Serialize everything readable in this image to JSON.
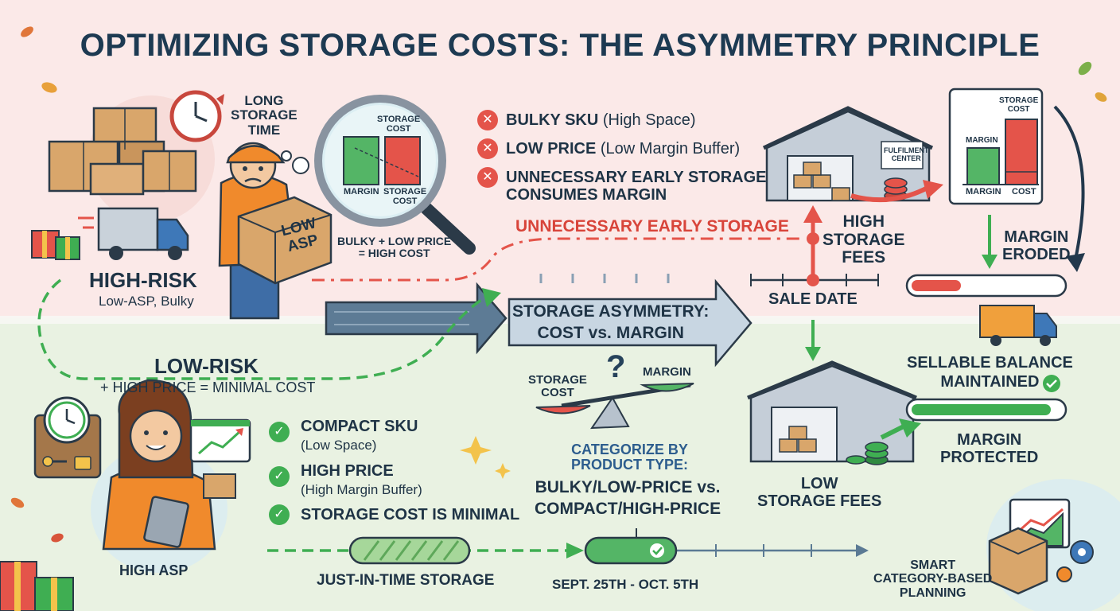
{
  "title": "OPTIMIZING STORAGE COSTS: THE ASYMMETRY PRINCIPLE",
  "high_risk": {
    "long_storage": [
      "LONG",
      "STORAGE",
      "TIME"
    ],
    "box_label": [
      "LOW",
      "ASP"
    ],
    "heading": "HIGH-RISK",
    "sub": "Low-ASP, Bulky",
    "magnifier_labels": {
      "top": "STORAGE\nCOST",
      "margin": "MARGIN",
      "storage": "STORAGE\nCOST"
    },
    "note": [
      "BULKY + LOW PRICE",
      "= HIGH COST"
    ],
    "points": [
      {
        "bold": "BULKY SKU",
        "rest": " (High Space)"
      },
      {
        "bold": "LOW PRICE",
        "rest": " (Low Margin Buffer)"
      },
      {
        "bold": "UNNECESSARY EARLY STORAGE",
        "rest": ""
      },
      {
        "bold": "CONSUMES MARGIN",
        "rest": ""
      }
    ],
    "path_label": "UNNECESSARY EARLY STORAGE",
    "warehouse_label": [
      "FULFILMENT",
      "CENTER"
    ],
    "fees": [
      "HIGH",
      "STORAGE",
      "FEES"
    ],
    "chart": {
      "margin": "MARGIN",
      "storage_cost": "STORAGE\nCOST",
      "x_margin": "MARGIN",
      "x_cost": "COST"
    },
    "eroded": [
      "MARGIN",
      "ERODED"
    ]
  },
  "center": {
    "sale_date": "SALE DATE",
    "asymmetry": [
      "STORAGE ASYMMETRY:",
      "COST vs. MARGIN"
    ],
    "scale_left": [
      "STORAGE",
      "COST"
    ],
    "scale_right": "MARGIN",
    "question": "?",
    "categorize": [
      "CATEGORIZE BY",
      "PRODUCT TYPE:"
    ],
    "categories": [
      "BULKY/LOW-PRICE vs.",
      "COMPACT/HIGH-PRICE"
    ],
    "dates": "SEPT. 25TH - OCT. 5TH"
  },
  "low_risk": {
    "heading": "LOW-RISK",
    "sub": "+ HIGH PRICE = MINIMAL COST",
    "points": [
      {
        "bold": "COMPACT SKU",
        "rest": "(Low Space)"
      },
      {
        "bold": "HIGH PRICE",
        "rest": "(High Margin Buffer)"
      },
      {
        "bold": "STORAGE COST IS MINIMAL",
        "rest": ""
      }
    ],
    "high_asp": "HIGH ASP",
    "jit": "JUST-IN-TIME STORAGE",
    "low_fees": [
      "LOW",
      "STORAGE FEES"
    ],
    "sellable": [
      "SELLABLE BALANCE",
      "MAINTAINED"
    ],
    "protected": [
      "MARGIN",
      "PROTECTED"
    ],
    "smart": [
      "SMART",
      "CATEGORY-BASED",
      "PLANNING"
    ]
  },
  "colors": {
    "red": "#e4544a",
    "green": "#3fae52",
    "navy": "#1e3345",
    "arrow": "#5b7a94"
  },
  "progress": {
    "eroded_fill": 0.33,
    "sellable_fill": 0.93
  }
}
